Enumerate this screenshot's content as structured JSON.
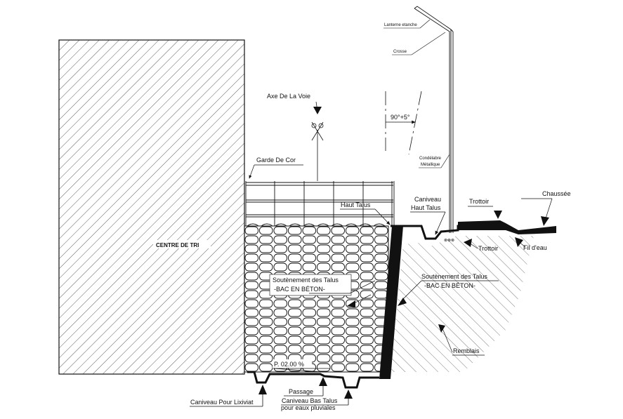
{
  "labels": {
    "centre": "CENTRE DE TRI",
    "axe": "Axe De La Voie",
    "garde": "Garde De Cor",
    "angle": "90°+5°",
    "lanterne": "Lanterne etanche",
    "crosse": "Crosse",
    "candelabre_1": "Condélabre",
    "candelabre_2": "Métallique",
    "haut_talus": "Haut Talus",
    "caniveau_haut_1": "Caniveau",
    "caniveau_haut_2": "Haut Talus",
    "trottoir_1": "Trottoir",
    "trottoir_2": "Trottoir",
    "chaussee": "Chaussée",
    "fil_eau": "Fil d'eau",
    "soutenement_left_1": "Soutènement des Talus",
    "soutenement_left_2": "-BAC EN BÉTON-",
    "soutenement_right_1": "Soutènement des Talus",
    "soutenement_right_2": "-BAC EN BÉTON-",
    "remblais": "Remblais",
    "pente": "P. 02.00 %",
    "passage": "Passage",
    "caniveau_lixiviat": "Caniveau Pour Lixiviat",
    "caniveau_bas_1": "Caniveau Bas Talus",
    "caniveau_bas_2": "pour eaux pluviales"
  },
  "colors": {
    "line": "#111111",
    "hatch": "#333333",
    "background": "#ffffff"
  }
}
